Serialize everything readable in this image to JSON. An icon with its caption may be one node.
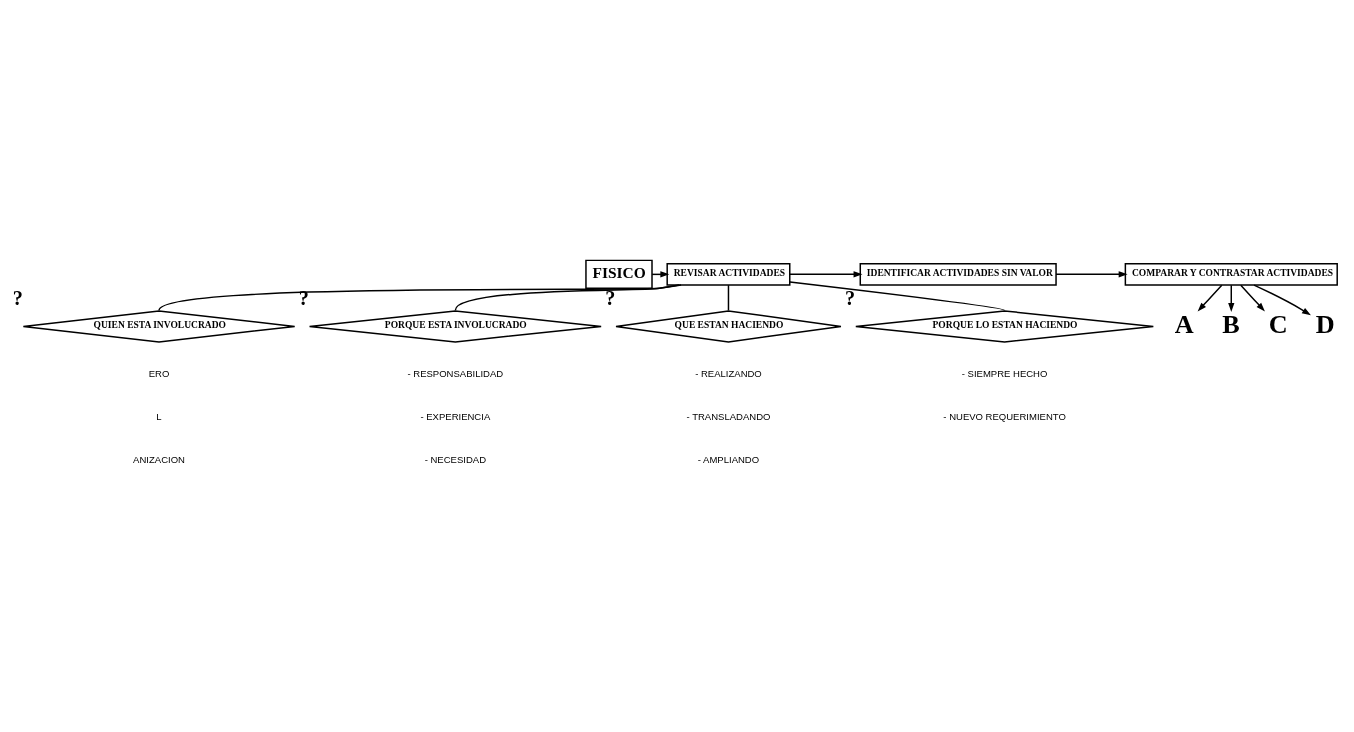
{
  "diagram": {
    "nodes": [
      {
        "text": [
          "FISICO"
        ]
      },
      {
        "text": [
          "REVISAR ACTIVIDADES"
        ]
      },
      {
        "text": [
          "IDENTIFICAR ACTIVIDADES SIN VALOR"
        ]
      },
      {
        "text": [
          "COMPARAR Y CONTRASTAR ACTIVIDADES"
        ]
      },
      {
        "text": [
          "A"
        ]
      },
      {
        "text": [
          "B"
        ]
      },
      {
        "text": [
          "C"
        ]
      },
      {
        "text": [
          "D"
        ]
      },
      {
        "text": [
          "QUIEN ESTA INVOLUCRADO"
        ],
        "beside": [
          "?"
        ]
      },
      {
        "text": [
          "PORQUE ESTA INVOLUCRADO"
        ],
        "beside": [
          "?"
        ]
      },
      {
        "text": [
          "QUE ESTAN HACIENDO"
        ],
        "beside": [
          "?"
        ]
      },
      {
        "text": [
          "PORQUE LO ESTAN HACIENDO"
        ],
        "beside": [
          "?"
        ]
      }
    ],
    "edges": [
      {
        "from": 0,
        "to": 1,
        "arrow": "to"
      },
      {
        "from": 1,
        "to": 2,
        "arrow": "to"
      },
      {
        "from": 2,
        "to": 3,
        "arrow": "to"
      },
      {
        "from": 3,
        "to": 4,
        "arrow": "to"
      },
      {
        "from": 3,
        "to": 5,
        "arrow": "to"
      },
      {
        "from": 3,
        "to": 6,
        "arrow": "to"
      },
      {
        "from": 3,
        "to": 7,
        "arrow": "to"
      },
      {
        "from": 1,
        "to": 8,
        "arrow": "none"
      },
      {
        "from": 1,
        "to": 9,
        "arrow": "none"
      },
      {
        "from": 1,
        "to": 10,
        "arrow": "none"
      },
      {
        "from": 1,
        "to": 11,
        "arrow": "none"
      }
    ],
    "labels": [
      "ERO",
      "L",
      "ANIZACION",
      "- RESPONSABILIDAD",
      "- EXPERIENCIA",
      "- NECESIDAD",
      "- REALIZANDO",
      "- TRANSLADANDO",
      "- AMPLIANDO",
      "- SIEMPRE HECHO",
      "- NUEVO REQUERIMIENTO"
    ]
  }
}
